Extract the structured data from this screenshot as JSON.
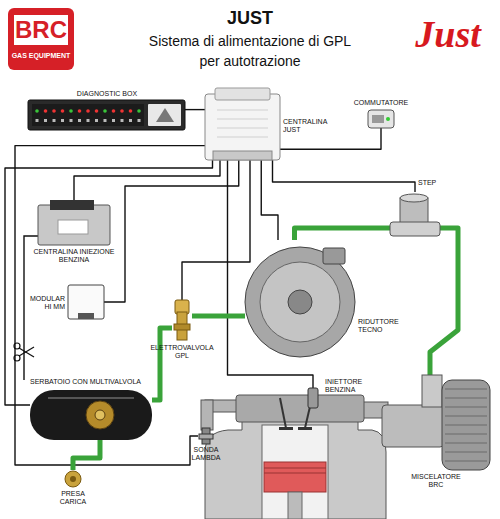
{
  "diagram": {
    "title": "JUST",
    "nodes": [
      {
        "text": [
          "DIAGNOSTIC BOX"
        ]
      },
      {
        "text": [
          "CENTRALINA JUST"
        ]
      },
      {
        "text": [
          "COMMUTATORE"
        ]
      },
      {
        "text": [
          "STEP"
        ]
      },
      {
        "text": [
          "CENTRALINA INIEZIONE BENZINA"
        ]
      },
      {
        "text": [
          "MODULAR HI MM"
        ]
      },
      {
        "text": [
          "ELETTROVALVOLA GPL"
        ]
      },
      {
        "text": [
          "RIDUTTORE TECNO"
        ]
      },
      {
        "text": [
          "SERBATOIO CON MULTIVALVOLA"
        ]
      },
      {
        "text": [
          "PRESA CARICA"
        ]
      },
      {
        "text": [
          "SONDA LAMBDA"
        ]
      },
      {
        "text": [
          "INIETTORE BENZINA"
        ]
      },
      {
        "text": [
          "MISCELATORE BRC"
        ]
      }
    ],
    "edges": [
      {
        "from": 1,
        "to": 0,
        "arrow": "none"
      },
      {
        "from": 1,
        "to": 2,
        "arrow": "none"
      },
      {
        "from": 1,
        "to": 3,
        "arrow": "none"
      },
      {
        "from": 1,
        "to": 4,
        "arrow": "none"
      },
      {
        "from": 1,
        "to": 5,
        "arrow": "none"
      },
      {
        "from": 1,
        "to": 6,
        "arrow": "none"
      },
      {
        "from": 1,
        "to": 7,
        "arrow": "none"
      },
      {
        "from": 1,
        "to": 8,
        "arrow": "none"
      },
      {
        "from": 1,
        "to": 10,
        "arrow": "none"
      },
      {
        "from": 1,
        "to": 11,
        "arrow": "none"
      },
      {
        "from": 9,
        "to": 8,
        "arrow": "none"
      },
      {
        "from": 8,
        "to": 6,
        "arrow": "none"
      },
      {
        "from": 6,
        "to": 7,
        "arrow": "none"
      },
      {
        "from": 7,
        "to": 3,
        "arrow": "none"
      },
      {
        "from": 3,
        "to": 12,
        "arrow": "none"
      }
    ],
    "labels": [
      "Sistema di alimentazione di GPL per autotrazione",
      "BRC",
      "GAS EQUIPMENT",
      "Just"
    ]
  }
}
